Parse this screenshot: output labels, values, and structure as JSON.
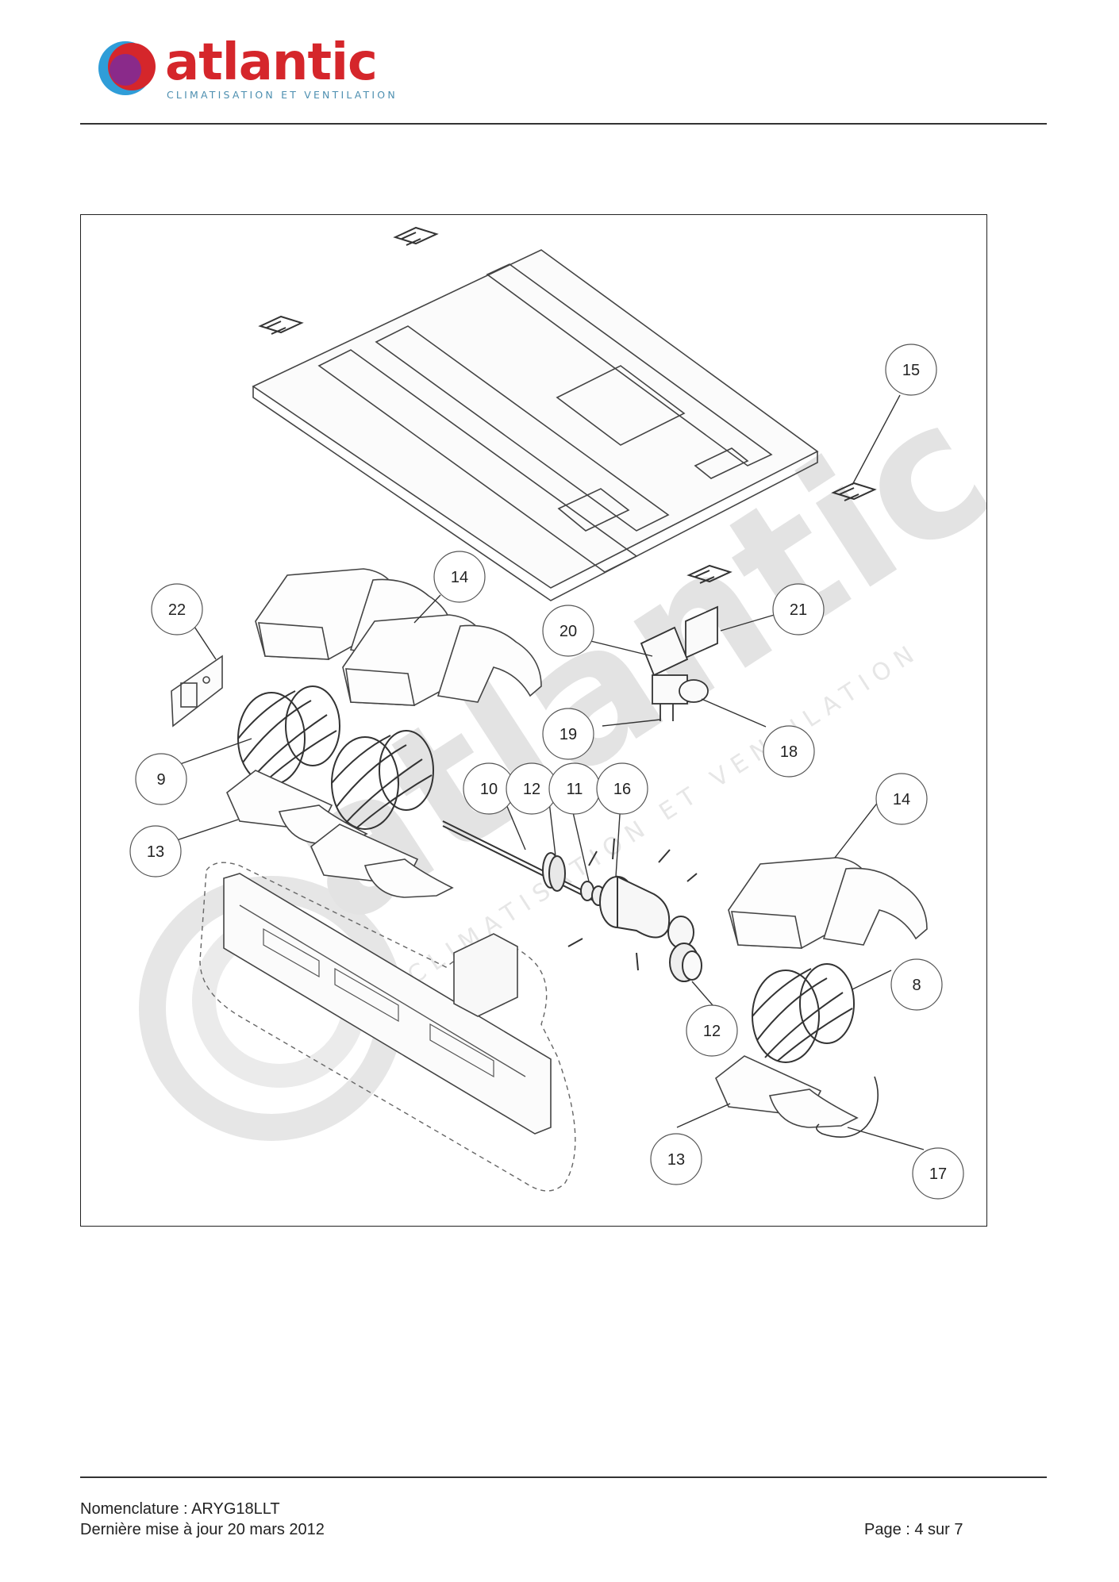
{
  "header": {
    "brand_name": "atlantic",
    "brand_tagline": "CLIMATISATION ET VENTILATION",
    "colors": {
      "brand_red": "#d5262b",
      "logo_blue": "#2f9dd8",
      "logo_purple": "#8a2a8a",
      "tagline_blue": "#4d8fb0"
    }
  },
  "diagram": {
    "watermark": {
      "text": "atlantic",
      "tagline": "CLIMATISATION ET VENTILATION"
    },
    "callouts": [
      "15",
      "14",
      "22",
      "21",
      "20",
      "19",
      "18",
      "9",
      "10",
      "12",
      "11",
      "16",
      "14",
      "13",
      "8",
      "12",
      "13",
      "17"
    ]
  },
  "footer": {
    "line1": "Nomenclature : ARYG18LLT",
    "line2": "Dernière mise à jour 20 mars 2012",
    "page": "Page : 4 sur 7"
  }
}
